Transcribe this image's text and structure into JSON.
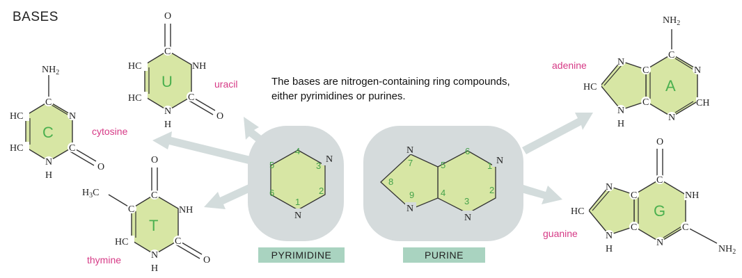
{
  "section_title": "BASES",
  "caption": "The bases are nitrogen-containing ring compounds, either pyrimidines or purines.",
  "pyrimidine_label": "PYRIMIDINE",
  "purine_label": "PURINE",
  "bases": {
    "cytosine": {
      "name": "cytosine",
      "letter": "C"
    },
    "uracil": {
      "name": "uracil",
      "letter": "U"
    },
    "thymine": {
      "name": "thymine",
      "letter": "T"
    },
    "adenine": {
      "name": "adenine",
      "letter": "A"
    },
    "guanine": {
      "name": "guanine",
      "letter": "G"
    }
  },
  "atoms": {
    "NH2": "NH",
    "sub2": "2",
    "N": "N",
    "C": "C",
    "HC": "HC",
    "NH": "NH",
    "H": "H",
    "O": "O",
    "CH": "CH",
    "H3C": "H",
    "sub3": "3",
    "C_suffix": "C"
  },
  "pyrimidine_numbers": [
    "1",
    "2",
    "3",
    "4",
    "5",
    "6"
  ],
  "purine_numbers": [
    "1",
    "2",
    "3",
    "4",
    "5",
    "6",
    "7",
    "8",
    "9"
  ],
  "colors": {
    "ring_fill": "#d7e6a4",
    "ring_stroke": "#333333",
    "arrow": "#d3dcdc",
    "blob": "#d5dbdc",
    "label_box": "#a9d3c0",
    "name_text": "#d63a86",
    "number_text": "#46a24a"
  }
}
